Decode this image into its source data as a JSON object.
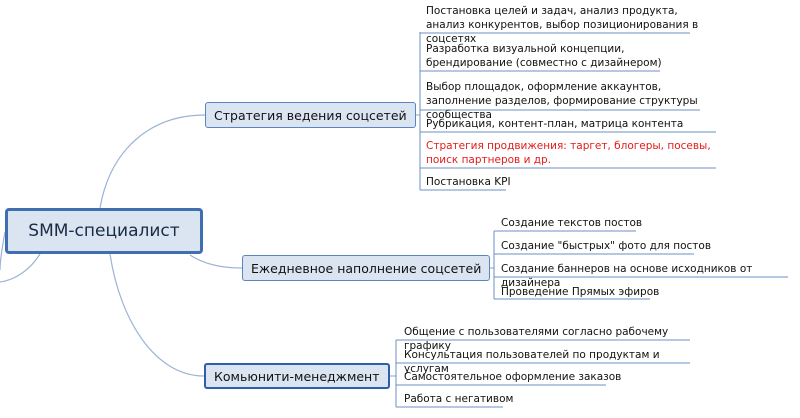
{
  "colors": {
    "connector": "#9bb3d6",
    "underline": "#6d8fc4",
    "node_fill": "#dbe5f2",
    "node_border": "#5b85bf",
    "highlight": "#e21b1b"
  },
  "root": {
    "label": "SMM-специалист"
  },
  "branches": [
    {
      "label": "Стратегия ведения соцсетей",
      "items": [
        {
          "text": "Постановка целей и задач, анализ продукта, анализ конкурентов, выбор позиционирования в соцсетях",
          "highlight": false
        },
        {
          "text": "Разработка визуальной концепции, брендирование (совместно с дизайнером)",
          "highlight": false
        },
        {
          "text": "Выбор площадок, оформление аккаунтов, заполнение разделов, формирование структуры сообщества",
          "highlight": false
        },
        {
          "text": "Рубрикация, контент-план, матрица контента",
          "highlight": false
        },
        {
          "text": "Стратегия продвижения: таргет, блогеры, посевы, поиск партнеров и др.",
          "highlight": true
        },
        {
          "text": "Постановка KPI",
          "highlight": false
        }
      ]
    },
    {
      "label": "Ежедневное наполнение соцсетей",
      "items": [
        {
          "text": "Создание текстов постов",
          "highlight": false
        },
        {
          "text": "Создание \"быстрых\" фото для постов",
          "highlight": false
        },
        {
          "text": "Создание баннеров на основе исходников от дизайнера",
          "highlight": false
        },
        {
          "text": "Проведение Прямых эфиров",
          "highlight": false
        }
      ]
    },
    {
      "label": "Комьюнити-менеджмент",
      "items": [
        {
          "text": "Общение с пользователями согласно рабочему графику",
          "highlight": false
        },
        {
          "text": "Консультация пользователей по продуктам и услугам",
          "highlight": false
        },
        {
          "text": "Самостоятельное оформление заказов",
          "highlight": false
        },
        {
          "text": "Работа с негативом",
          "highlight": false
        }
      ]
    }
  ]
}
